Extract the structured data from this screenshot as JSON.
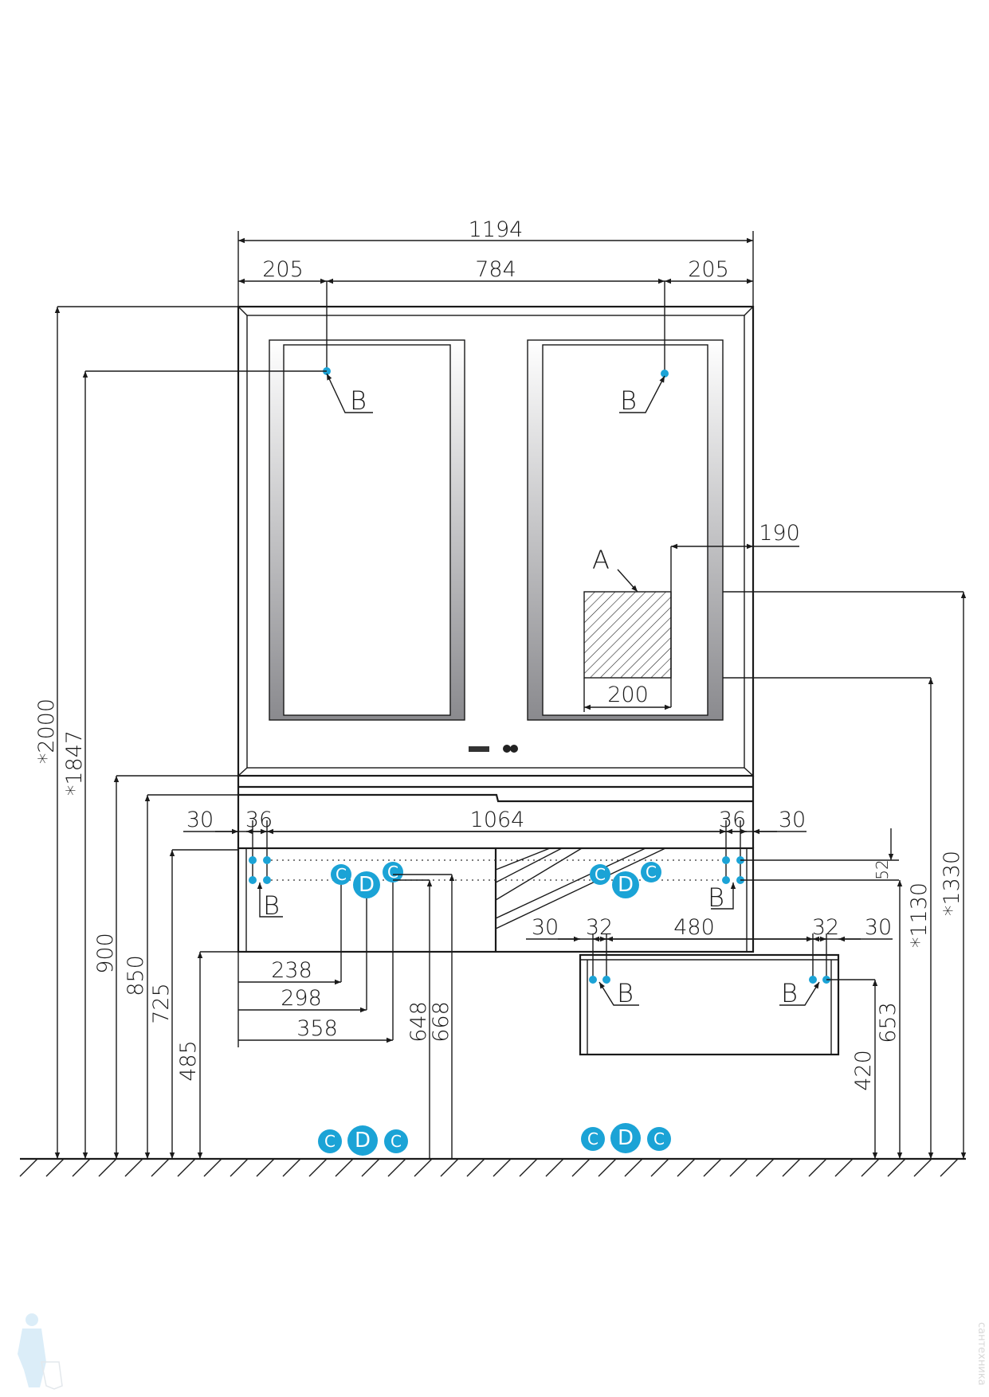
{
  "title": "Vanity set dimension drawing",
  "accent_color": "#1ba3d6",
  "dims": {
    "overall_width": "1194",
    "mirror_left": "205",
    "mirror_mid": "784",
    "mirror_right": "205",
    "a_offset": "190",
    "a_width": "200",
    "h_2000": "*2000",
    "h_1847": "*1847",
    "h_900": "900",
    "h_850": "850",
    "h_725": "725",
    "h_485": "485",
    "h_648": "648",
    "h_668": "668",
    "h_420": "420",
    "h_653": "653",
    "h_1130": "*1130",
    "h_1330": "*1330",
    "h_52": "52",
    "v_30l": "30",
    "v_36l": "36",
    "v_1064": "1064",
    "v_36r": "36",
    "v_30r": "30",
    "d_30l": "30",
    "d_32l": "32",
    "d_480": "480",
    "d_32r": "32",
    "d_30r": "30",
    "x_238": "238",
    "x_298": "298",
    "x_358": "358"
  },
  "markers": {
    "a": "A",
    "b": "B",
    "c": "C",
    "d": "D"
  },
  "watermark": "сантехника"
}
